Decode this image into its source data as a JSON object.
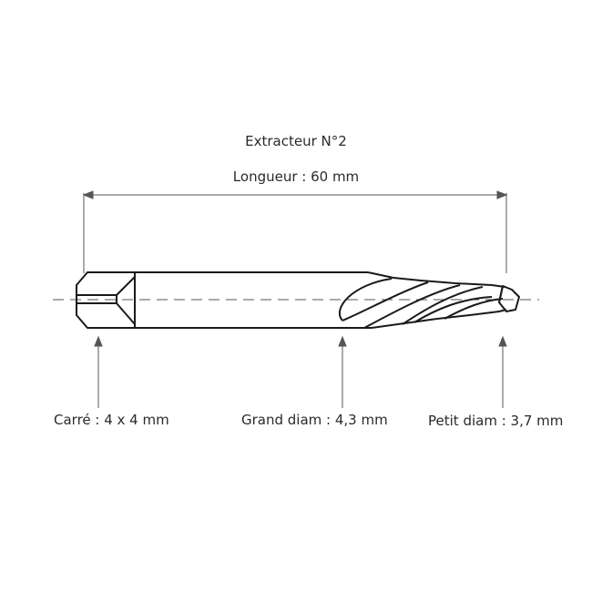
{
  "title": "Extracteur N°2",
  "length_label": "Longueur : 60 mm",
  "callouts": {
    "square": "Carré : 4 x 4 mm",
    "large_diameter": "Grand diam : 4,3 mm",
    "small_diameter": "Petit diam : 3,7 mm"
  },
  "colors": {
    "line": "#1a1a1a",
    "dim": "#555555"
  }
}
